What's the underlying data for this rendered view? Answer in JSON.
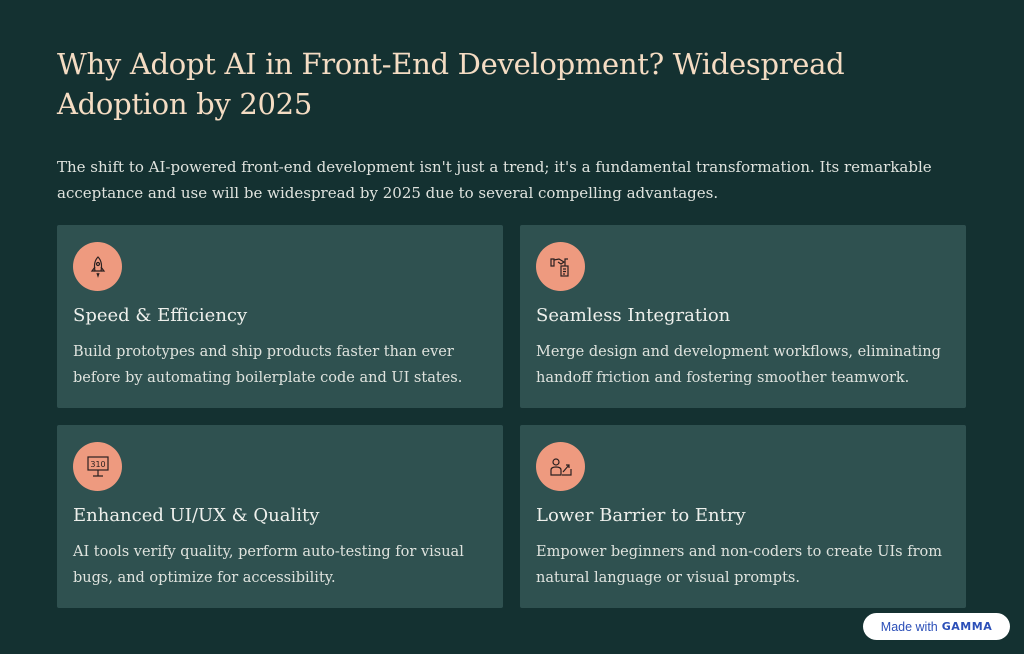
{
  "header": {
    "title": "Why Adopt AI in Front-End Development? Widespread Adoption by 2025",
    "intro": "The shift to AI-powered front-end development isn't just a trend; it's a fundamental transformation. Its remarkable acceptance and use will be widespread by 2025 due to several compelling advantages."
  },
  "cards": [
    {
      "icon": "rocket-icon",
      "title": "Speed & Efficiency",
      "body": "Build prototypes and ship products faster than ever before by automating boilerplate code and UI states."
    },
    {
      "icon": "handshake-document-icon",
      "title": "Seamless Integration",
      "body": "Merge design and development workflows, eliminating handoff friction and fostering smoother teamwork."
    },
    {
      "icon": "scoreboard-icon",
      "title": "Enhanced UI/UX & Quality",
      "body": "AI tools verify quality, perform auto-testing for visual bugs, and optimize for accessibility.",
      "icon_text": "310"
    },
    {
      "icon": "person-growth-icon",
      "title": "Lower Barrier to Entry",
      "body": "Empower beginners and non-coders to create UIs from natural language or visual prompts."
    }
  ],
  "badge": {
    "prefix": "Made with",
    "brand": "GAMMA"
  }
}
